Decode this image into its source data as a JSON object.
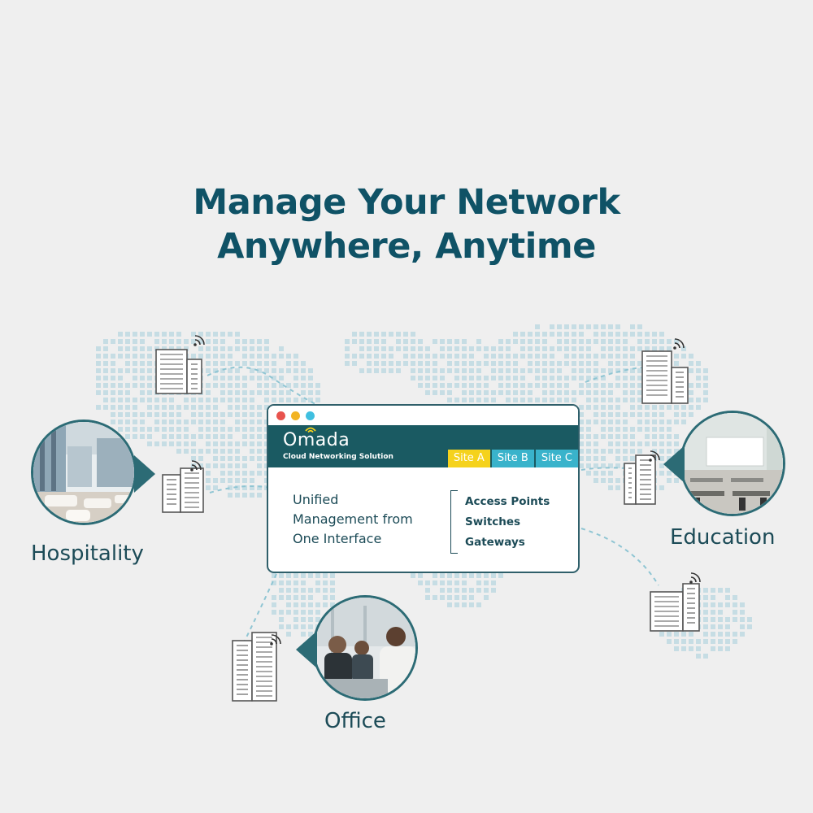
{
  "headline": {
    "line1": "Manage Your Network",
    "line2": "Anywhere, Anytime"
  },
  "window": {
    "logo": "Omada",
    "logo_subtitle": "Cloud Networking Solution",
    "tabs": [
      "Site A",
      "Site B",
      "Site C"
    ],
    "tagline": [
      "Unified",
      "Management from",
      "One Interface"
    ],
    "features": [
      "Access Points",
      "Switches",
      "Gateways"
    ]
  },
  "locations": {
    "hospitality": "Hospitality",
    "education": "Education",
    "office": "Office"
  },
  "colors": {
    "background": "#efefef",
    "headline": "#0f5266",
    "banner": "#1a5a62",
    "tab_active": "#f5d21c",
    "tab_inactive": "#39b3cb",
    "map_dots": "#c6dde4",
    "link_dash": "#8fc5d3",
    "building_stroke": "#555555"
  },
  "icons": [
    "building-icon",
    "wifi-signal-icon"
  ]
}
